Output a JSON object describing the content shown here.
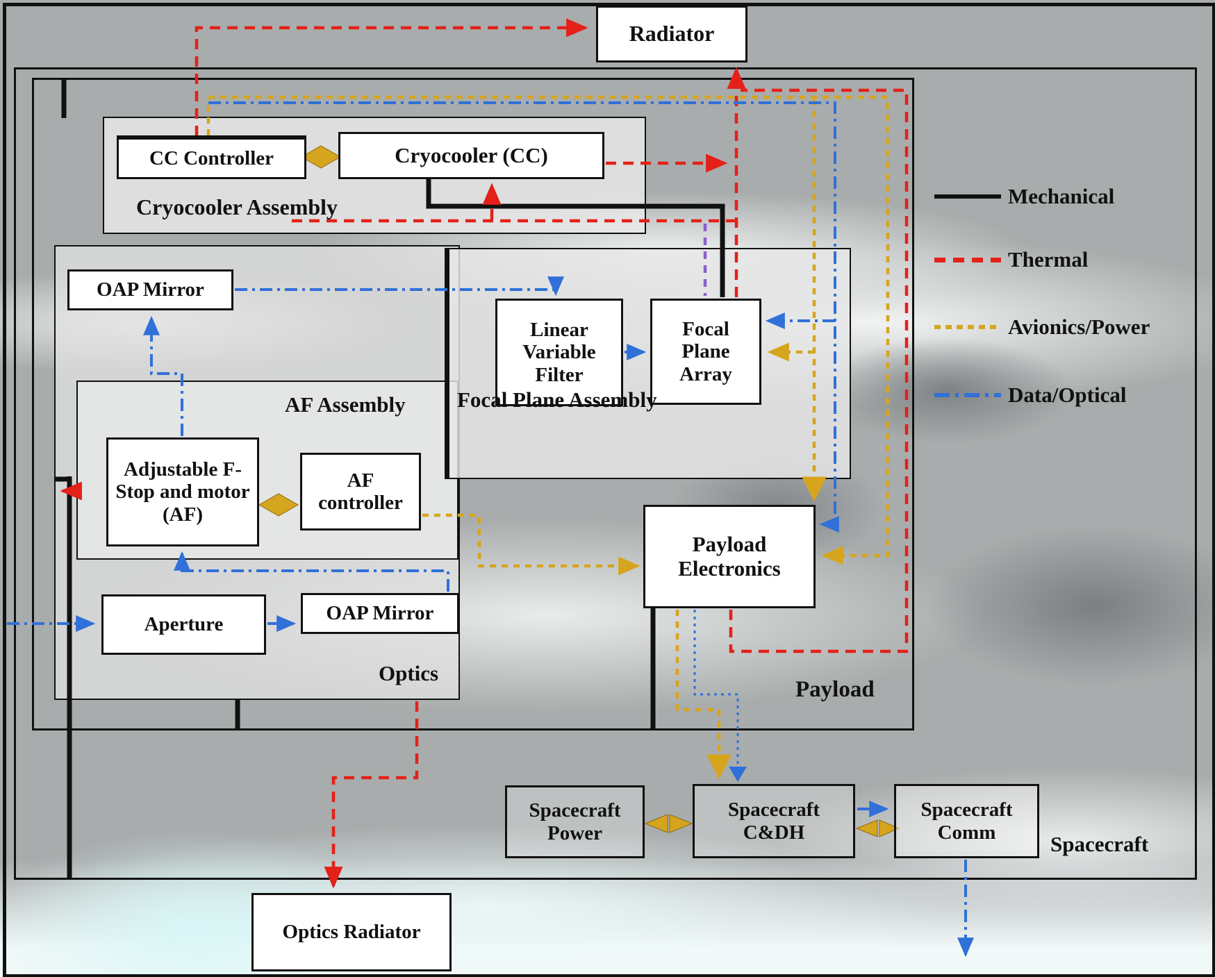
{
  "nodes": {
    "radiator": {
      "label": "Radiator"
    },
    "cc_controller": {
      "label": "CC Controller"
    },
    "cryocooler": {
      "label": "Cryocooler (CC)"
    },
    "oap_mirror_top": {
      "label": "OAP  Mirror"
    },
    "linear_variable_filter": {
      "label": "Linear Variable Filter"
    },
    "focal_plane_array": {
      "label": "Focal Plane Array"
    },
    "adjustable_f_stop": {
      "label": "Adjustable F-Stop and motor (AF)"
    },
    "af_controller": {
      "label": "AF controller"
    },
    "aperture": {
      "label": "Aperture"
    },
    "oap_mirror_bottom": {
      "label": "OAP Mirror"
    },
    "payload_electronics": {
      "label": "Payload Electronics"
    },
    "spacecraft_power": {
      "label": "Spacecraft Power"
    },
    "spacecraft_cdh": {
      "label": "Spacecraft C&DH"
    },
    "spacecraft_comm": {
      "label": "Spacecraft Comm"
    },
    "optics_radiator": {
      "label": "Optics Radiator"
    }
  },
  "containers": {
    "cryocooler_assembly": {
      "label": "Cryocooler Assembly"
    },
    "af_assembly": {
      "label": "AF Assembly"
    },
    "optics": {
      "label": "Optics"
    },
    "focal_plane_assembly": {
      "label": "Focal Plane Assembly"
    },
    "payload": {
      "label": "Payload"
    },
    "spacecraft": {
      "label": "Spacecraft"
    }
  },
  "legend": {
    "items": [
      {
        "name": "mechanical",
        "label": "Mechanical",
        "style": "solid",
        "color": "#111111"
      },
      {
        "name": "thermal",
        "label": "Thermal",
        "style": "dashed",
        "color": "#e32119"
      },
      {
        "name": "avionics_power",
        "label": "Avionics/Power",
        "style": "dashed-short",
        "color": "#d6a51e"
      },
      {
        "name": "data_optical",
        "label": "Data/Optical",
        "style": "dash-dot",
        "color": "#3070d8"
      }
    ]
  },
  "colors": {
    "mechanical": "#111111",
    "thermal": "#e32119",
    "avionics_power": "#d6a51e",
    "data_optical": "#3070d8",
    "cryo_cold_link": "#8a5fd0",
    "box_border": "#111111",
    "box_fill": "#ffffff"
  }
}
